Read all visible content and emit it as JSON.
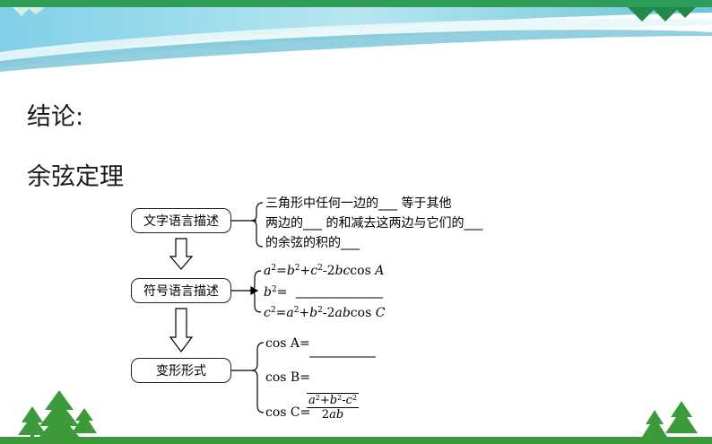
{
  "slide": {
    "heading_conclusion": "结论:",
    "heading_theorem": "余弦定理"
  },
  "diagram": {
    "box_text_language": "文字语言描述",
    "box_symbol_language": "符号语言描述",
    "box_variant_form": "变形形式",
    "text_description": {
      "line1": "三角形中任何一边的___ 等于其他",
      "line2": "两边的___ 的和减去这两边与它们的___",
      "line3": "的余弦的积的___"
    },
    "symbol_forms": {
      "a_prefix": "a",
      "b_prefix": "b",
      "c_prefix": "c"
    },
    "variant_forms": {
      "cosA_label": "cos A=",
      "cosB_label": "cos B=",
      "cosC_label": "cos C="
    }
  },
  "colors": {
    "banner_teal": "#2aa3a0",
    "banner_green": "#8fcf6a",
    "tree_green": "#3d9a3a"
  }
}
